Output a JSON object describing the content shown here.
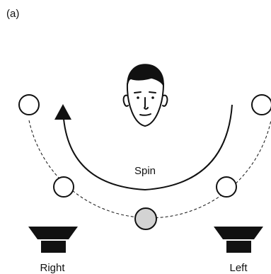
{
  "panel_label": "(a)",
  "arrow_label": "Spin",
  "speaker_right_label": "Right",
  "speaker_left_label": "Left",
  "colors": {
    "stroke": "#111111",
    "circle_fill": "#ffffff",
    "active_circle_fill": "#d3d3d3",
    "background": "#ffffff"
  },
  "icons": [
    "face-icon",
    "speaker-icon",
    "arrowhead-icon"
  ]
}
